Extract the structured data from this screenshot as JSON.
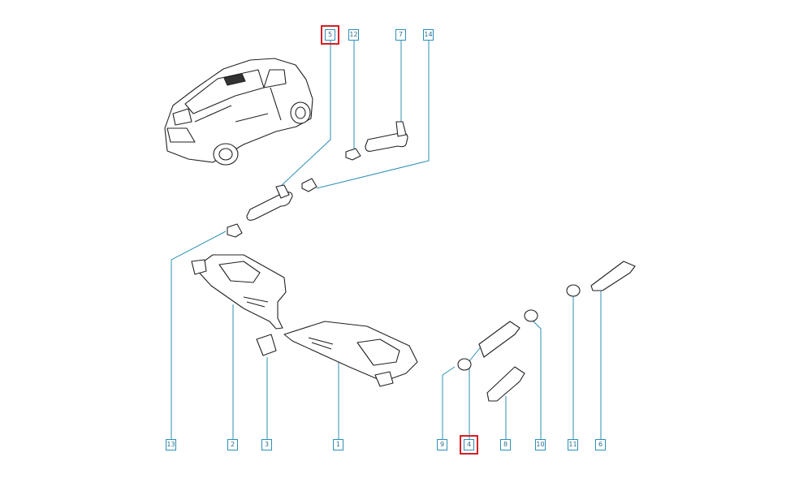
{
  "labels": {
    "l5": "5",
    "l12": "12",
    "l7": "7",
    "l14": "14",
    "l13": "13",
    "l2": "2",
    "l3": "3",
    "l1": "1",
    "l9": "9",
    "l4": "4",
    "l8": "8",
    "l10": "10",
    "l11": "11",
    "l6": "6"
  },
  "highlighted": [
    "5",
    "4"
  ],
  "colors": {
    "leader_line": "#2b8fb5",
    "label_border": "#2b8fb5",
    "label_text": "#2a6f8e",
    "highlight": "#d61f26",
    "drawing": "#222222"
  }
}
